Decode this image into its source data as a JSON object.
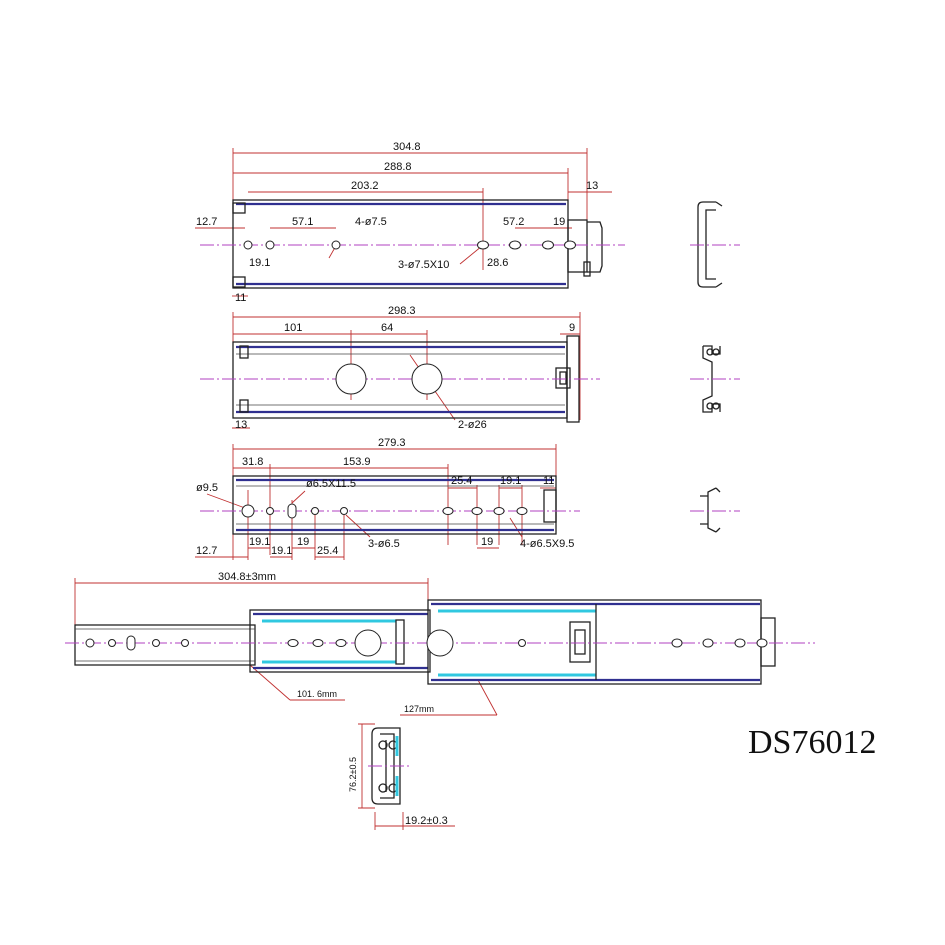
{
  "model": "DS76012",
  "outer_rail": {
    "overall": "304.8",
    "length_288": "288.8",
    "span_203": "203.2",
    "end_13": "13",
    "edge_12_7": "12.7",
    "pitch_57_1": "57.1",
    "holes_4": "4-ø7.5",
    "pitch_57_2": "57.2",
    "pitch_19": "19",
    "offset_19_1": "19.1",
    "slots_3": "3-ø7.5X10",
    "offset_28_6": "28.6",
    "end_11": "11"
  },
  "middle_rail": {
    "overall": "298.3",
    "pos_101": "101",
    "pitch_64": "64",
    "end_9": "9",
    "end_13": "13",
    "holes_2": "2-ø26"
  },
  "inner_rail": {
    "overall": "279.3",
    "edge_31_8": "31.8",
    "span_153_9": "153.9",
    "hole_9_5": "ø9.5",
    "slot_6_5x11_5": "ø6.5X11.5",
    "pitch_25_4_top": "25.4",
    "pitch_19_1_top": "19.1",
    "end_11": "11",
    "edge_12_7": "12.7",
    "pitch_19_1_a": "19.1",
    "pitch_19_1_b": "19.1",
    "pitch_19_a": "19",
    "pitch_25_4_bottom": "25.4",
    "holes_3": "3-ø6.5",
    "pitch_19_b": "19",
    "slots_4": "4-ø6.5X9.5"
  },
  "assembly": {
    "extension": "304.8±3mm",
    "dim_101_6": "101. 6mm",
    "dim_127": "127mm"
  },
  "section": {
    "height": "76.2±0.5",
    "width": "19.2±0.3"
  }
}
